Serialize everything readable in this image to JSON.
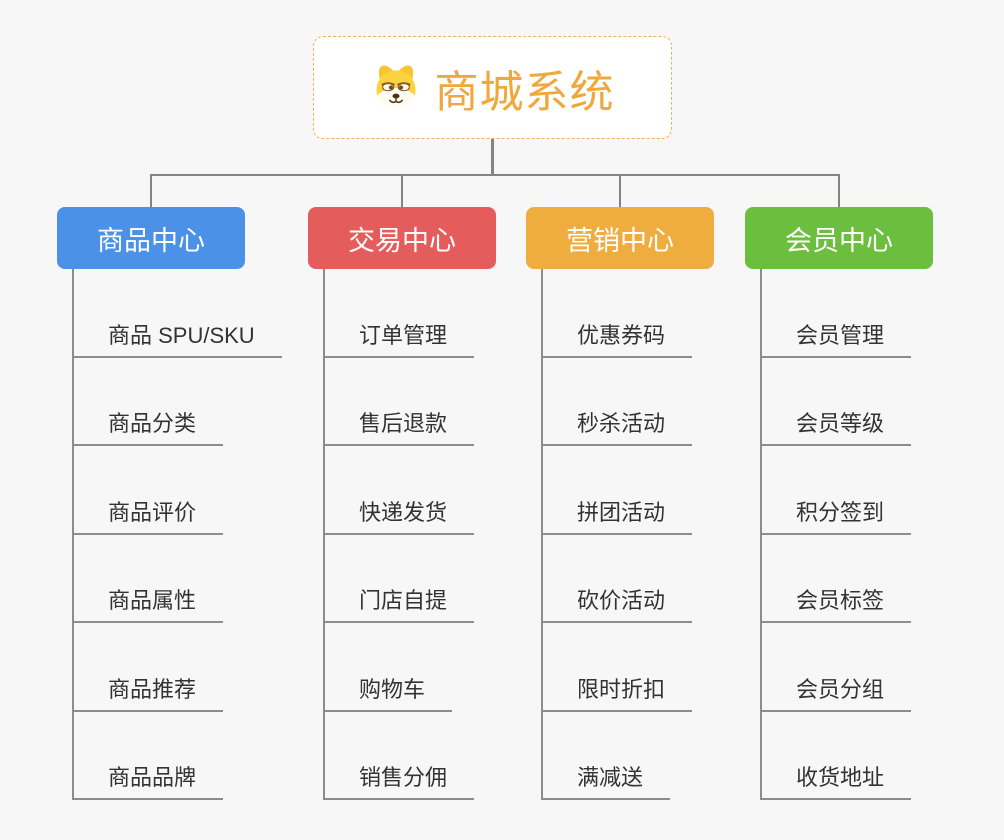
{
  "root": {
    "title": "商城系统",
    "icon": "dog-face-icon"
  },
  "branches": [
    {
      "id": "product-center",
      "label": "商品中心",
      "color": "#4b91e8",
      "leaves": [
        "商品 SPU/SKU",
        "商品分类",
        "商品评价",
        "商品属性",
        "商品推荐",
        "商品品牌"
      ]
    },
    {
      "id": "trade-center",
      "label": "交易中心",
      "color": "#e45c5c",
      "leaves": [
        "订单管理",
        "售后退款",
        "快递发货",
        "门店自提",
        "购物车",
        "销售分佣"
      ]
    },
    {
      "id": "marketing-center",
      "label": "营销中心",
      "color": "#efad3f",
      "leaves": [
        "优惠券码",
        "秒杀活动",
        "拼团活动",
        "砍价活动",
        "限时折扣",
        "满减送"
      ]
    },
    {
      "id": "member-center",
      "label": "会员中心",
      "color": "#6cbe3f",
      "leaves": [
        "会员管理",
        "会员等级",
        "积分签到",
        "会员标签",
        "会员分组",
        "收货地址"
      ]
    }
  ],
  "colors": {
    "background": "#f7f7f7",
    "root_accent": "#f0a83c",
    "root_border": "#f2b050",
    "connector_line": "#848484",
    "leaf_line": "#8c8c8c",
    "leaf_text": "#333333"
  }
}
